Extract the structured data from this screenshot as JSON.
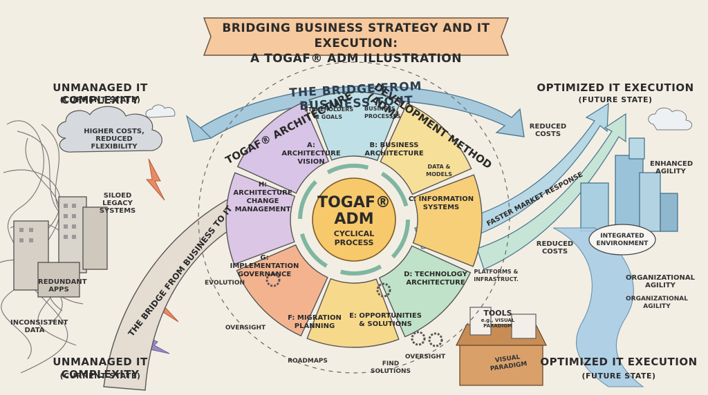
{
  "banner": {
    "line1": "BRIDGING BUSINESS STRATEGY AND IT EXECUTION:",
    "line2": "A TOGAF® ADM ILLUSTRATION"
  },
  "top_arrow": {
    "label": "THE BRIDGE FROM BUSINESS TO IT"
  },
  "ring_text": {
    "left": "TOGAF® ARCHITECTURE",
    "right": "DEVELOPMENT METHOD (ADM)"
  },
  "left_panel": {
    "title_top": "UNMANAGED IT COMPLEXITY",
    "sub_top": "(CURRENT STATE)",
    "cloud": "HIGHER COSTS, REDUCED FLEXIBILITY",
    "siloed": "SILOED LEGACY SYSTEMS",
    "redundant": "REDUNDANT APPS",
    "inconsistent": "INCONSISTENT DATA",
    "title_bottom": "UNMANAGED IT COMPLEXITY",
    "sub_bottom": "(CURRENT STATE)"
  },
  "left_bridge": {
    "label": "THE BRIDGE FROM BUSINESS TO IT"
  },
  "right_panel": {
    "title_top": "OPTIMIZED IT EXECUTION",
    "sub_top": "(FUTURE STATE)",
    "reduced_costs_top": "REDUCED COSTS",
    "faster": "FASTER MARKET RESPONSE",
    "enhanced": "ENHANCED AGILITY",
    "integrated": "INTEGRATED ENVIRONMENT",
    "reduced_costs": "REDUCED COSTS",
    "org_agility_1": "ORGANIZATIONAL AGILITY",
    "org_agility_2": "ORGANIZATIONAL AGILITY",
    "title_bottom": "OPTIMIZED IT EXECUTION",
    "sub_bottom": "(FUTURE STATE)"
  },
  "center": {
    "title_1": "TOGAF®",
    "title_2": "ADM",
    "sub_1": "CYCLICAL",
    "sub_2": "PROCESS"
  },
  "segments": {
    "a": {
      "label_1": "A: ARCHITECTURE",
      "label_2": "VISION",
      "note_1": "STAKEHOLDERS",
      "note_2": "& GOALS",
      "color": "#bfe0e6"
    },
    "b": {
      "label_1": "B: BUSINESS",
      "label_2": "ARCHITECTURE",
      "note_1": "BUSINESS",
      "note_2": "PROCESSES",
      "color": "#f6df98"
    },
    "c": {
      "label_1": "C: INFORMATION",
      "label_2": "SYSTEMS",
      "note_1": "DATA &",
      "note_2": "MODELS",
      "color": "#f6cf78"
    },
    "d": {
      "label_1": "D: TECHNOLOGY",
      "label_2": "ARCHITECTURE",
      "note_1": "PLATFORMS &",
      "note_2": "INFRASTRUCT.",
      "color": "#bfe2c8"
    },
    "e": {
      "label_1": "E: OPPORTUNITIES",
      "label_2": "& SOLUTIONS",
      "note_1": "FIND",
      "note_2": "SOLUTIONS",
      "color": "#f7d98c"
    },
    "f": {
      "label_1": "F: MIGRATION",
      "label_2": "PLANNING",
      "note_1": "ROADMAPS",
      "color": "#f4b38f"
    },
    "g": {
      "label_1": "G: IMPLEMENTATION",
      "label_2": "GOVERNANCE",
      "note_1": "OVERSIGHT",
      "note_2": "EVOLUTION",
      "color": "#dcc6e6"
    },
    "h": {
      "label_1": "H: ARCHITECTURE",
      "label_2": "CHANGE",
      "label_3": "MANAGEMENT",
      "color": "#d7c4e6"
    }
  },
  "extra_notes": {
    "oversight_right": "OVERSIGHT"
  },
  "tools": {
    "title": "TOOLS",
    "sub_1": "e.g., VISUAL",
    "sub_2": "PARADIGM",
    "box_1": "VISUAL",
    "box_2": "PARADIGM"
  }
}
